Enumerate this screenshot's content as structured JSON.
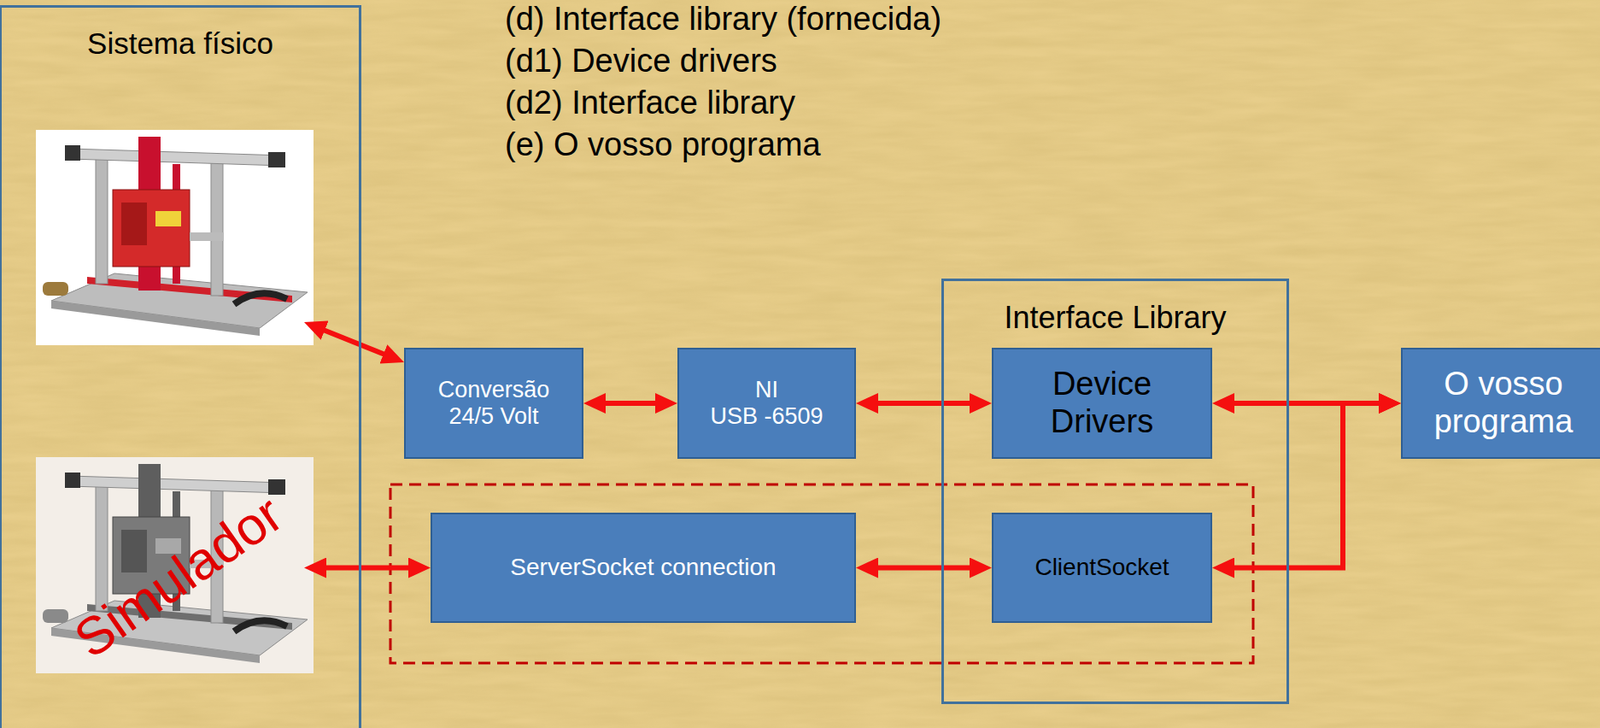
{
  "diagram": {
    "nodes": [
      {
        "text": [
          "Sistema físico"
        ]
      },
      {
        "text": [
          "Conversão 24/5 Volt"
        ]
      },
      {
        "text": [
          "NI USB -6509"
        ]
      },
      {
        "text": [
          "Interface Library"
        ]
      },
      {
        "text": [
          "Device Drivers"
        ],
        "in": 3
      },
      {
        "text": [
          "O vosso programa"
        ]
      },
      {
        "text": [
          "ServerSocket connection"
        ]
      },
      {
        "text": [
          "ClientSocket"
        ],
        "in": 3
      }
    ],
    "edges": [
      {
        "from": 0,
        "to": 1,
        "arrow": "both"
      },
      {
        "from": 1,
        "to": 2,
        "arrow": "both"
      },
      {
        "from": 2,
        "to": 4,
        "arrow": "both"
      },
      {
        "from": 5,
        "to": 4,
        "arrow": "both"
      },
      {
        "from": 5,
        "to": 7,
        "arrow": "both"
      },
      {
        "from": 0,
        "to": 6,
        "arrow": "both"
      },
      {
        "from": 6,
        "to": 7,
        "arrow": "both"
      }
    ],
    "labels": [
      "(d) Interface library (fornecida)",
      "(d1) Device drivers",
      "(d2) Interface library",
      "(e) O vosso programa",
      "Simulador"
    ]
  }
}
